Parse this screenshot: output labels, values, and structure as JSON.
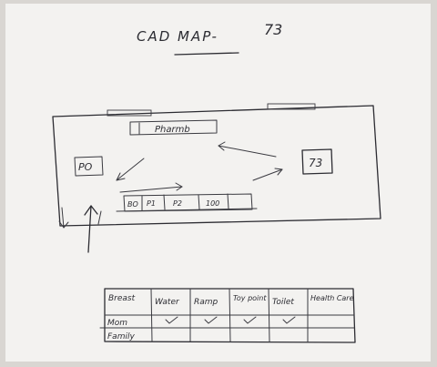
{
  "title": {
    "text": "CAD MAP-",
    "number": "73"
  },
  "map": {
    "pharmacy_label": "Pharmb",
    "po_label": "PO",
    "room_label": "73",
    "counter_cells": [
      "BO",
      "P1",
      "P2",
      "100"
    ]
  },
  "table": {
    "headers": [
      "Breast",
      "Water",
      "Ramp",
      "Toy point",
      "Toilet",
      "Health Care"
    ],
    "rows": [
      {
        "label": "Mom",
        "checks": [
          true,
          true,
          true,
          true,
          false
        ]
      },
      {
        "label": "Family",
        "checks": [
          false,
          false,
          false,
          false,
          false
        ]
      }
    ]
  },
  "colors": {
    "paper": "#f3f2f0",
    "ink": "#2c2c32",
    "background": "#d9d6d2"
  }
}
